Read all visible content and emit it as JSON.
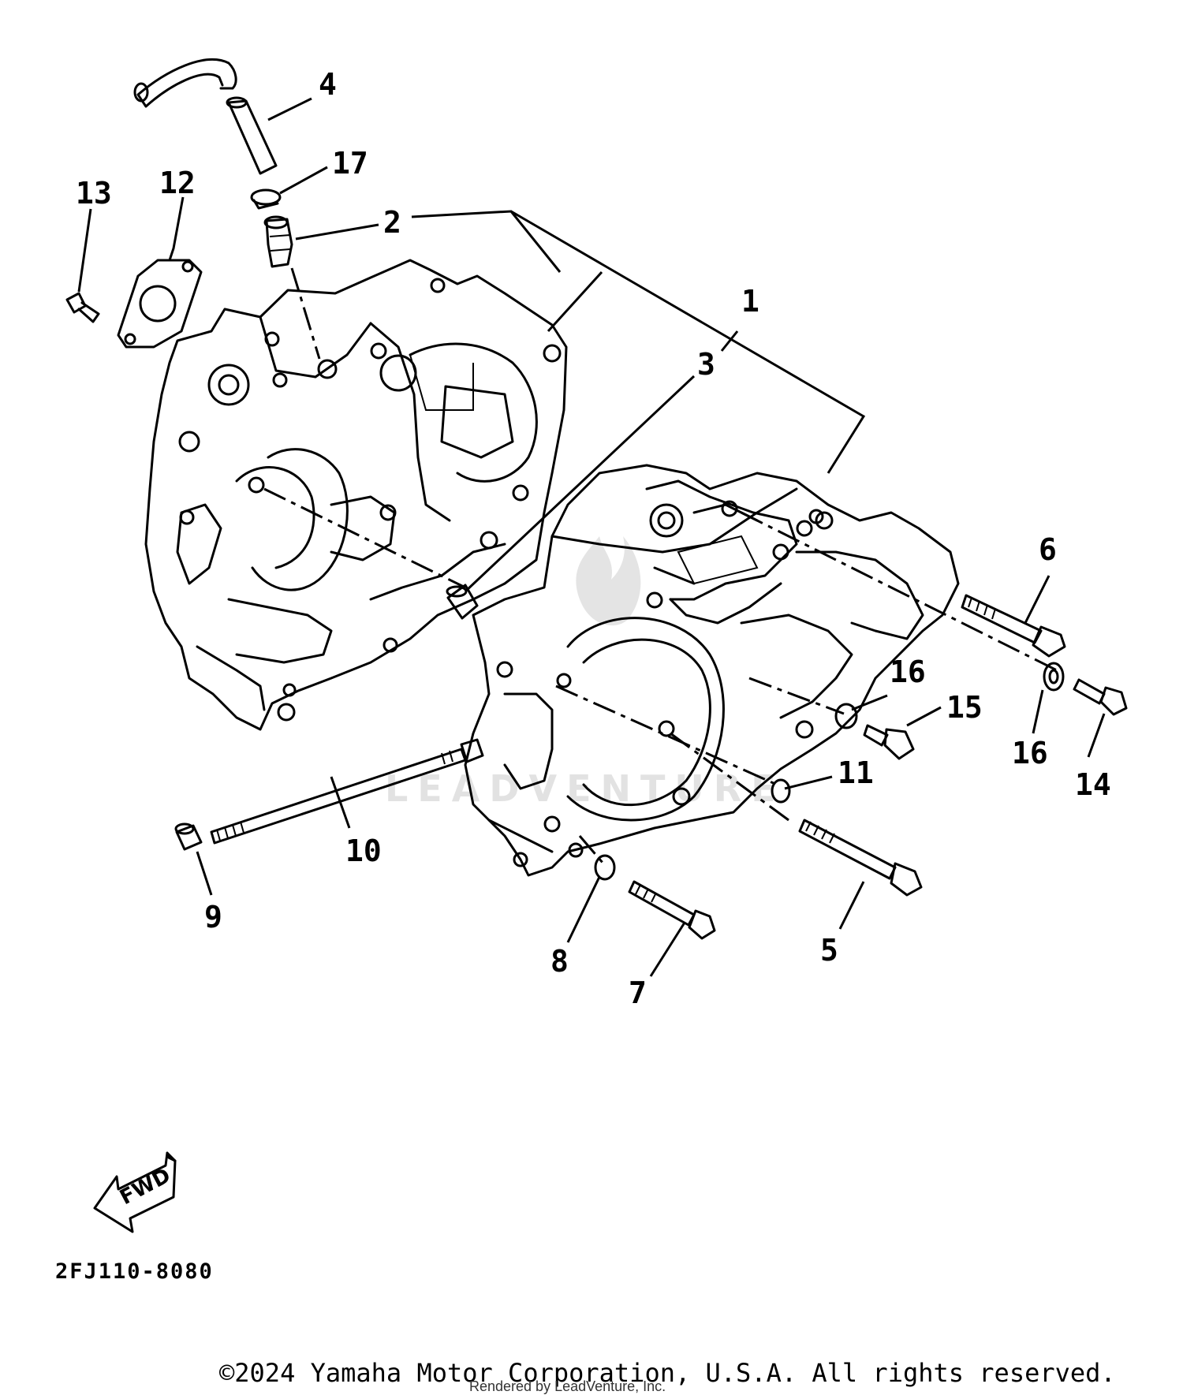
{
  "diagram": {
    "callouts": [
      "1",
      "2",
      "3",
      "4",
      "5",
      "6",
      "7",
      "8",
      "9",
      "10",
      "11",
      "12",
      "13",
      "14",
      "15",
      "16",
      "16",
      "17"
    ],
    "fwd_label": "FWD",
    "watermark_text": "LEADVENTURE"
  },
  "reference_code": "2FJ110-8080",
  "copyright": "©2024 Yamaha Motor Corporation, U.S.A. All rights reserved.",
  "rendered_by": "Rendered by LeadVenture, Inc."
}
